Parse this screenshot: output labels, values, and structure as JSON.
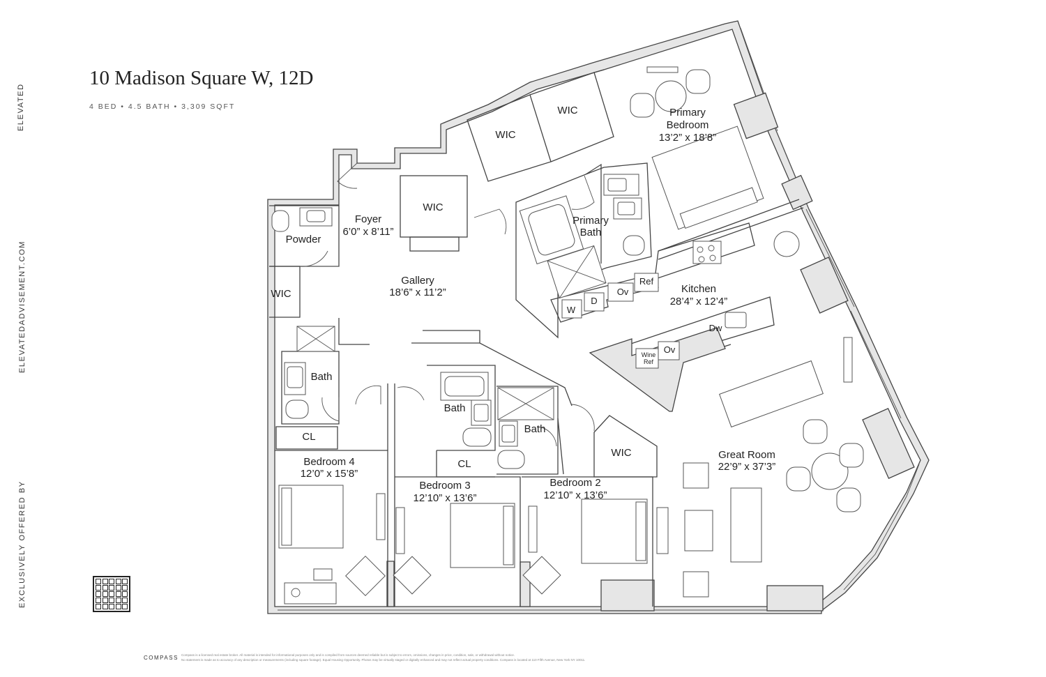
{
  "sidebar": {
    "brand": "ELEVATED",
    "website": "ELEVATEDADVISEMENT.COM",
    "offered_by": "EXCLUSIVELY OFFERED BY"
  },
  "listing": {
    "title": "10 Madison Square W, 12D",
    "subtitle": "4 BED • 4.5 BATH • 3,309 SQFT"
  },
  "rooms": {
    "primary_bedroom": {
      "name_1": "Primary",
      "name_2": "Bedroom",
      "size": "13’2” x 18’8”"
    },
    "wic_top_right": "WIC",
    "wic_top_left": "WIC",
    "wic_foyer": "WIC",
    "foyer": {
      "name": "Foyer",
      "size": "6’0” x 8’11”"
    },
    "powder": "Powder",
    "primary_bath": {
      "name_1": "Primary",
      "name_2": "Bath"
    },
    "wic_left": "WIC",
    "gallery": {
      "name": "Gallery",
      "size": "18’6” x 11’2”"
    },
    "kitchen": {
      "name": "Kitchen",
      "size": "28’4” x 12’4”"
    },
    "appliances": {
      "ov1": "Ov",
      "ref": "Ref",
      "w": "W",
      "d": "D",
      "dw": "Dw",
      "ov2": "Ov",
      "wine_1": "Wine",
      "wine_2": "Ref"
    },
    "bath_left": "Bath",
    "bath_3": "Bath",
    "bath_2": "Bath",
    "cl_left": "CL",
    "cl_mid": "CL",
    "wic_bed2": "WIC",
    "bedroom_4": {
      "name": "Bedroom 4",
      "size": "12’0” x 15’8”"
    },
    "bedroom_3": {
      "name": "Bedroom 3",
      "size": "12’10” x 13’6”"
    },
    "bedroom_2": {
      "name": "Bedroom 2",
      "size": "12’10” x 13’6”"
    },
    "great_room": {
      "name": "Great Room",
      "size": "22’9” x 37’3”"
    }
  },
  "footer": {
    "brand": "COMPASS",
    "legal_1": "Compass is a licensed real estate broker. All material is intended for informational purposes only and is compiled from sources deemed reliable but is subject to errors, omissions, changes in price, condition, sale, or withdrawal without notice.",
    "legal_2": "No statement is made as to accuracy of any description or measurements (including square footage). Equal Housing Opportunity. Photos may be virtually staged or digitally enhanced and may not reflect actual property conditions. Compass is located at 110 Fifth Avenue, New York NY 10011."
  }
}
